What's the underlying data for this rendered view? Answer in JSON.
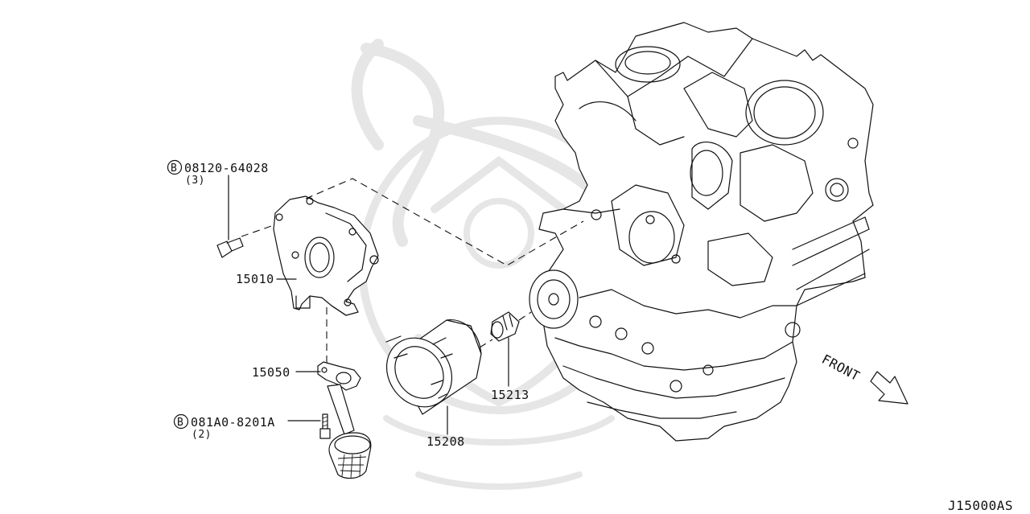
{
  "diagram": {
    "parts": [
      {
        "id": "bolt_upper",
        "number": "08120-64028",
        "qty": "(3)",
        "prefix": "B"
      },
      {
        "id": "oil_pump",
        "number": "15010"
      },
      {
        "id": "gasket",
        "number": "15050"
      },
      {
        "id": "bolt_lower",
        "number": "081A0-8201A",
        "qty": "(2)",
        "prefix": "B"
      },
      {
        "id": "oil_filter",
        "number": "15208"
      },
      {
        "id": "connector",
        "number": "15213"
      }
    ],
    "direction_label": "FRONT",
    "figure_code": "J15000AS"
  }
}
